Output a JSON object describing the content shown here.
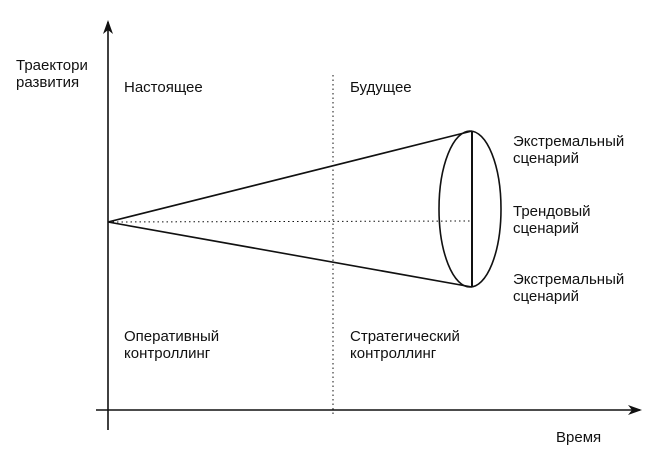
{
  "axes": {
    "y_label": [
      "Траектори",
      "развития"
    ],
    "x_label": "Время"
  },
  "periods": {
    "present": "Настоящее",
    "future": "Будущее"
  },
  "scenarios": {
    "extreme_top": [
      "Экстремальный",
      "сценарий"
    ],
    "trend": [
      "Трендовый",
      "сценарий"
    ],
    "extreme_bottom": [
      "Экстремальный",
      "сценарий"
    ]
  },
  "controlling": {
    "operational": [
      "Оперативный",
      "контроллинг"
    ],
    "strategic": [
      "Стратегический",
      "контроллинг"
    ]
  },
  "colors": {
    "ink": "#111111",
    "background": "#ffffff"
  }
}
